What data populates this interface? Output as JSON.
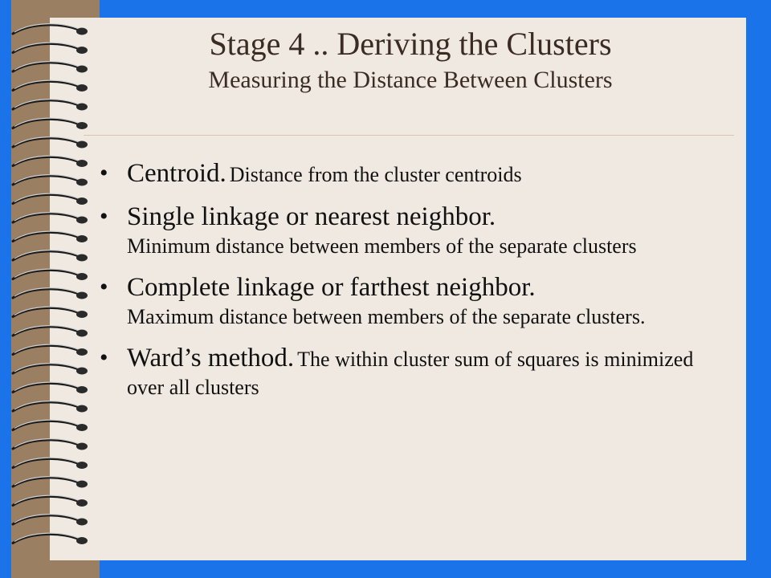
{
  "slide": {
    "title": "Stage 4 .. Deriving the Clusters",
    "subtitle": "Measuring the Distance Between Clusters",
    "bullets": [
      {
        "lead": "Centroid.",
        "detail": "Distance from the cluster centroids",
        "break": false
      },
      {
        "lead": "Single linkage or nearest neighbor.",
        "detail": "Minimum distance between members of the separate clusters",
        "break": true
      },
      {
        "lead": "Complete linkage or farthest neighbor.",
        "detail": "Maximum distance between members of the separate clusters.",
        "break": true
      },
      {
        "lead": "Ward’s method.",
        "detail": "The within cluster sum of squares is minimized over all clusters",
        "break": false
      }
    ],
    "bullet_symbol": "•"
  },
  "colors": {
    "background": "#1a73e8",
    "binding": "#9a7f62",
    "page": "#efe9e1",
    "title_text": "#3b2b25",
    "body_text": "#111111"
  },
  "icons": {
    "binding": "spiral-binding-icon"
  }
}
